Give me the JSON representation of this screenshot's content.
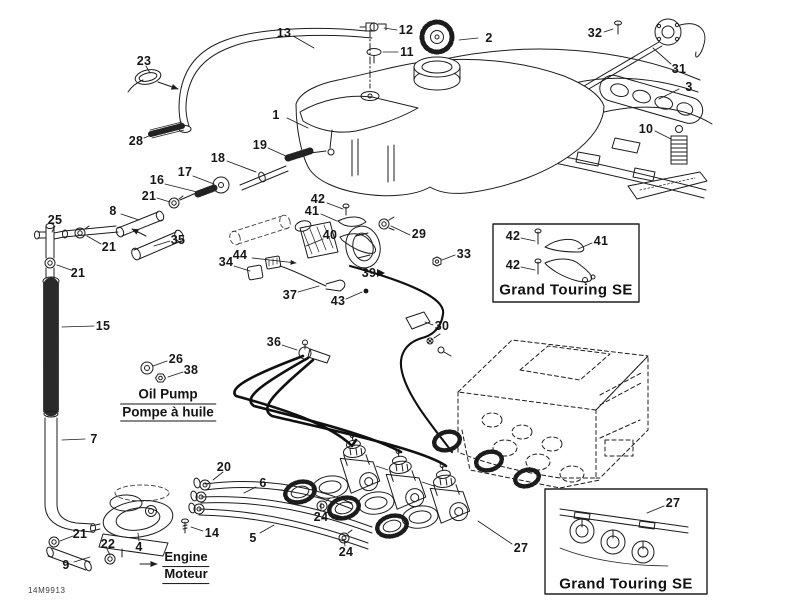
{
  "diagram": {
    "figure_code": "14M9913",
    "labels": {
      "oil_pump_en": "Oil Pump",
      "oil_pump_fr": "Pompe à huile",
      "engine_en": "Engine",
      "engine_fr": "Moteur"
    },
    "insets": [
      {
        "label": "Grand Touring SE"
      },
      {
        "label": "Grand Touring SE"
      }
    ],
    "callouts": {
      "main": [
        "1",
        "2",
        "3",
        "4",
        "5",
        "6",
        "7",
        "8",
        "9",
        "10",
        "11",
        "12",
        "13",
        "14",
        "15",
        "16",
        "17",
        "18",
        "19",
        "20",
        "21",
        "21",
        "21",
        "21",
        "22",
        "23",
        "24",
        "24",
        "25",
        "26",
        "27",
        "28",
        "29",
        "30",
        "31",
        "32",
        "33",
        "34",
        "35",
        "36",
        "37",
        "38",
        "39",
        "40",
        "41",
        "42",
        "43",
        "44"
      ],
      "inset1": [
        "42",
        "41",
        "42"
      ],
      "inset2": [
        "27"
      ]
    }
  }
}
